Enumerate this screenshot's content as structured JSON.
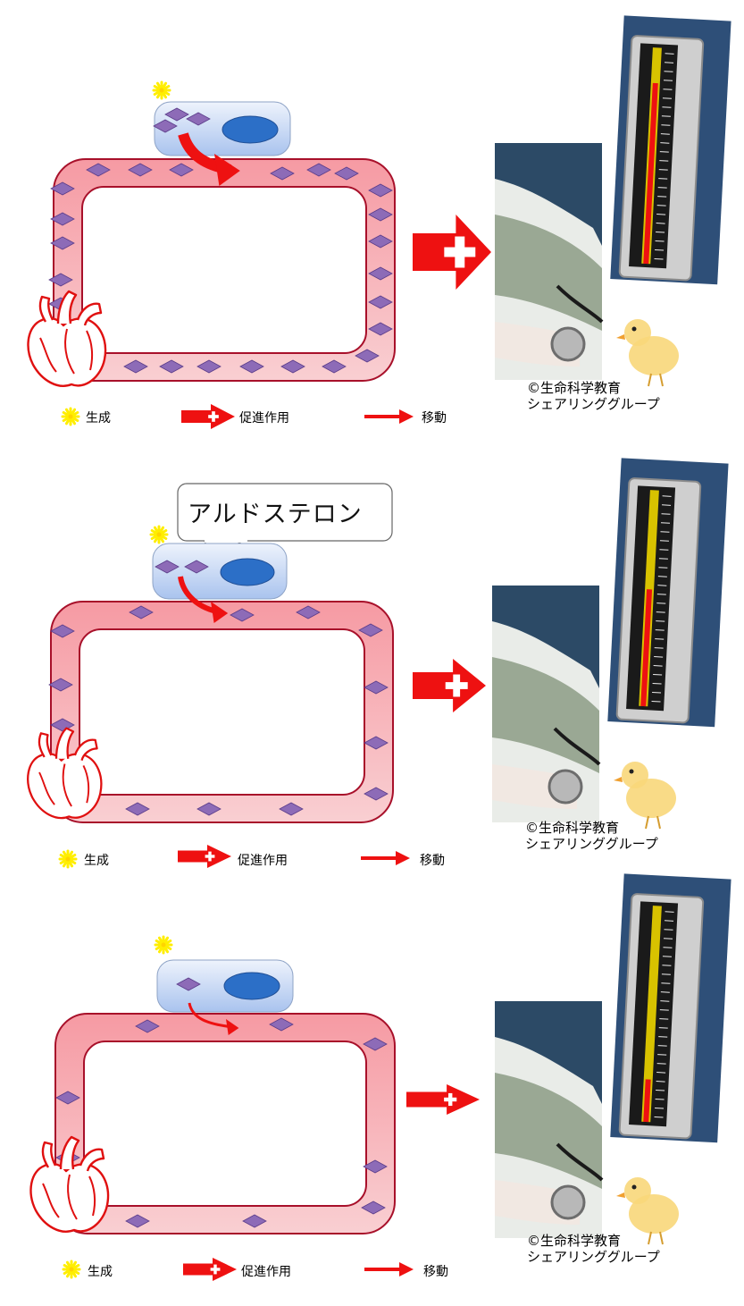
{
  "legend": {
    "generation": "生成",
    "promotion": "促進作用",
    "movement": "移動"
  },
  "callout": "アルドステロン",
  "credit": {
    "line1": "©生命科学教育",
    "line2": "シェアリンググループ"
  },
  "colors": {
    "vessel_fill": "#f7b3b8",
    "vessel_stroke": "#a8102a",
    "molecule": "#8d6bb7",
    "cell_fill": "#c7d7f3",
    "nucleus": "#2c6fc7",
    "arrow": "#ee1111",
    "spark": "#ffee00"
  },
  "panels": [
    {
      "name": "high",
      "molecule_count_vessel": 25,
      "molecule_count_cell": 3,
      "mercury_level": 0.85
    },
    {
      "name": "medium",
      "molecule_count_vessel": 14,
      "molecule_count_cell": 2,
      "mercury_level": 0.55
    },
    {
      "name": "low",
      "molecule_count_vessel": 10,
      "molecule_count_cell": 1,
      "mercury_level": 0.2
    }
  ]
}
